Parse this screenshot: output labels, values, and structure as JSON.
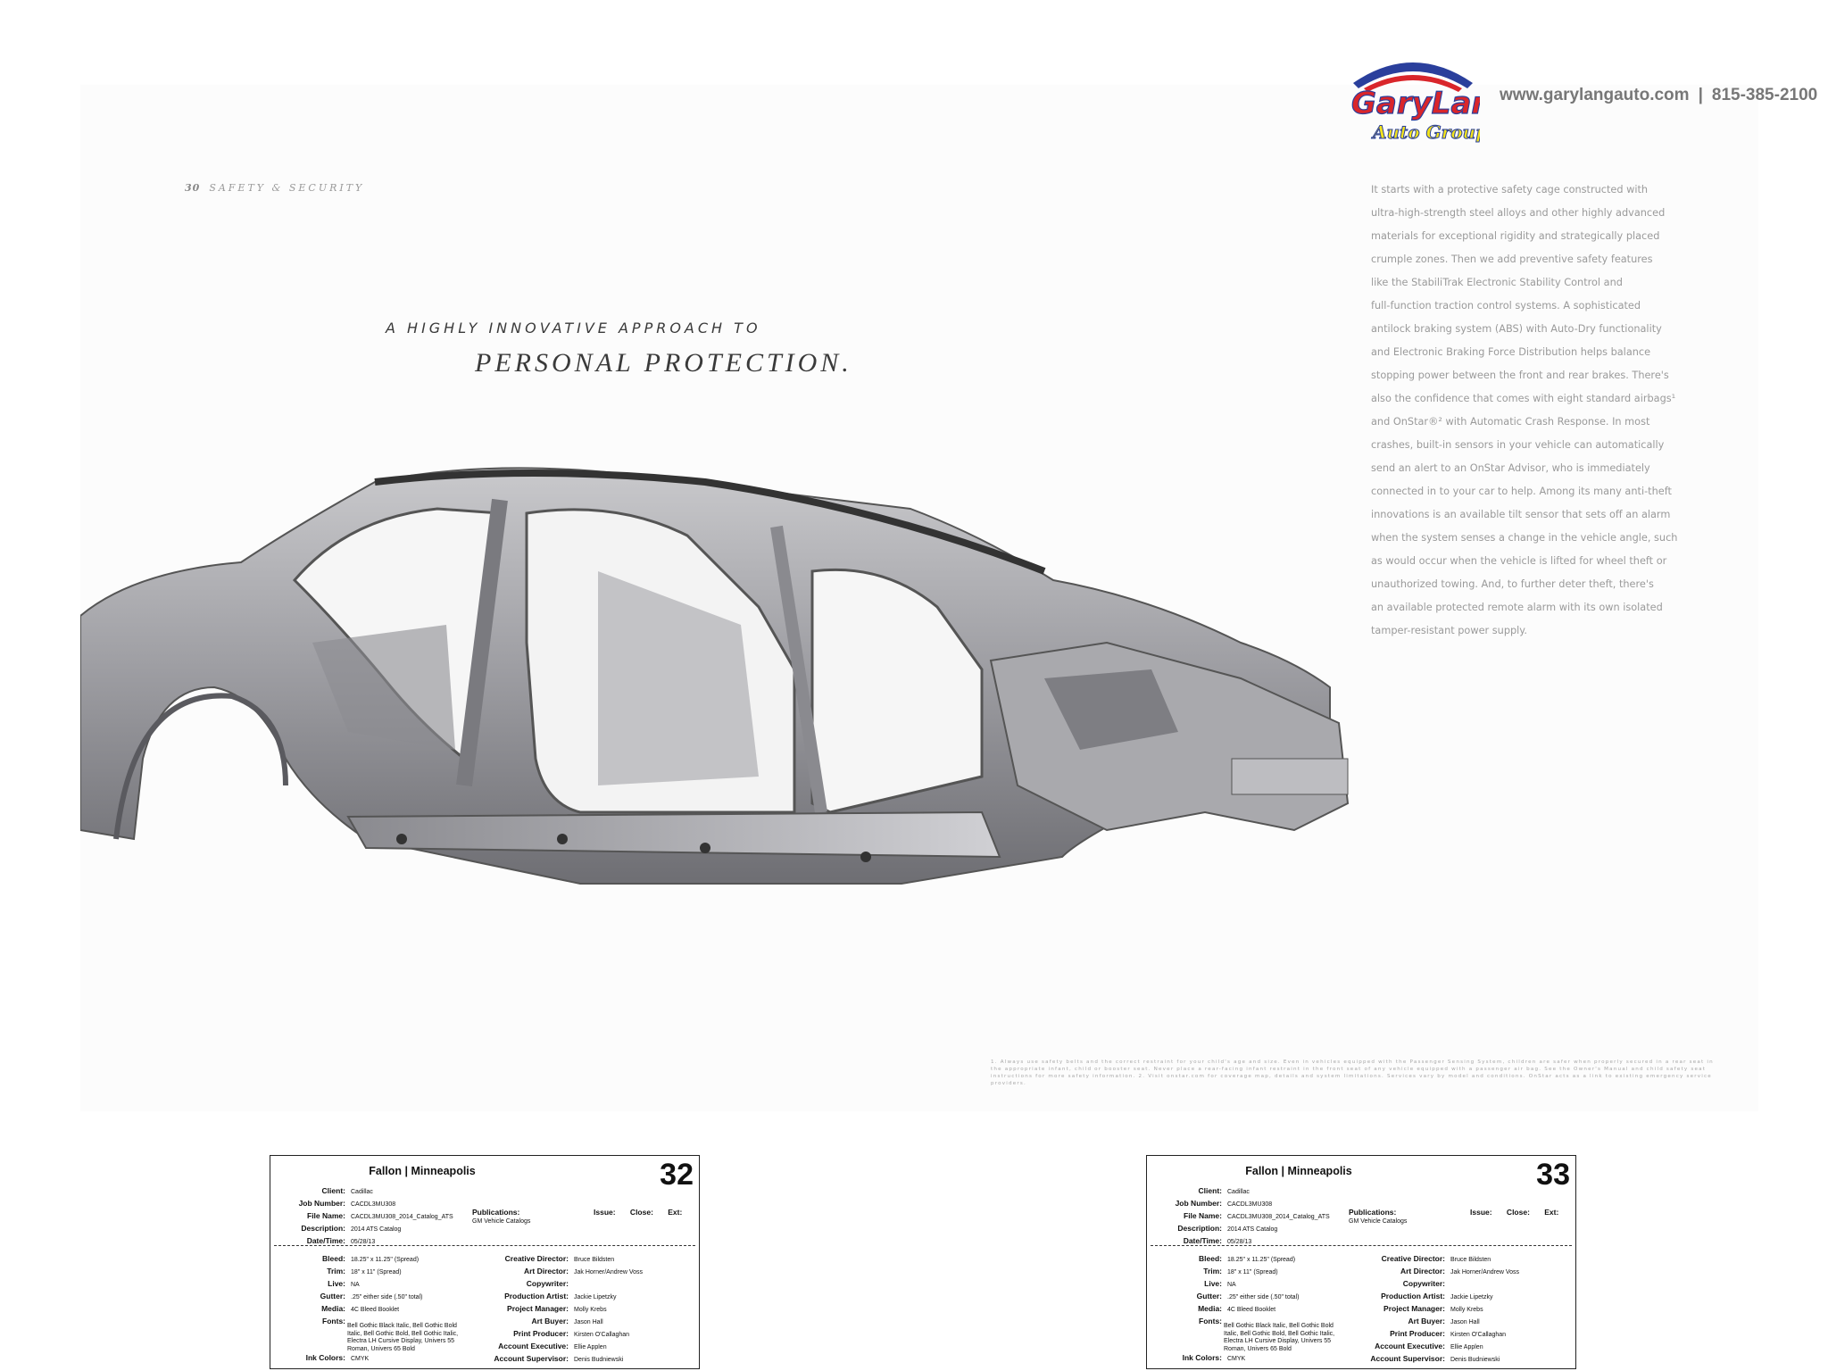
{
  "brand": {
    "logo_text_line1": "GaryLang",
    "logo_text_line2": "Auto Group",
    "website": "www.garylangauto.com",
    "separator": "|",
    "phone": "815-385-2100",
    "colors": {
      "red": "#d9262b",
      "blue": "#2a3f9c",
      "yellow": "#f3e41c"
    }
  },
  "section": {
    "page_number": "30",
    "label": "SAFETY & SECURITY"
  },
  "headline": {
    "line1": "A HIGHLY INNOVATIVE APPROACH TO",
    "line2": "PERSONAL PROTECTION."
  },
  "body_lines": [
    "It starts with a protective safety cage constructed with",
    "ultra-high-strength steel alloys and other highly advanced",
    "materials for exceptional rigidity and strategically placed",
    "crumple zones. Then we add preventive safety features",
    "like the StabiliTrak Electronic Stability Control and",
    "full-function traction control systems. A sophisticated",
    "antilock braking system (ABS) with Auto-Dry functionality",
    "and Electronic Braking Force Distribution helps balance",
    "stopping power between the front and rear brakes. There's",
    "also the confidence that comes with eight standard airbags¹",
    "and OnStar®² with Automatic Crash Response. In most",
    "crashes, built-in sensors in your vehicle can automatically",
    "send an alert to an OnStar Advisor, who is immediately",
    "connected in to your car to help. Among its many anti-theft",
    "innovations is an available tilt sensor that sets off an alarm",
    "when the system senses a change in the vehicle angle, such",
    "as would occur when the vehicle is lifted for wheel theft or",
    "unauthorized towing. And, to further deter theft, there's",
    "an available protected remote alarm with its own isolated",
    "tamper-resistant power supply."
  ],
  "footnote": "1. Always use safety belts and the correct restraint for your child's age and size. Even in vehicles equipped with the Passenger Sensing System, children are safer when properly secured in a rear seat in the appropriate infant, child or booster seat. Never place a rear-facing infant restraint in the front seat of any vehicle equipped with a passenger air bag. See the Owner's Manual and child safety seat instructions for more safety information. 2. Visit onstar.com for coverage map, details and system limitations. Services vary by model and conditions. OnStar acts as a link to existing emergency service providers.",
  "slugs": [
    {
      "agency": "Fallon | Minneapolis",
      "page": "32",
      "client_label": "Client:",
      "client": "Cadillac",
      "job_label": "Job Number:",
      "job": "CACDL3MU308",
      "file_label": "File Name:",
      "file": "CACDL3MU308_2014_Catalog_ATS",
      "desc_label": "Description:",
      "desc": "2014 ATS Catalog",
      "date_label": "Date/Time:",
      "date": "05/28/13",
      "pub_label": "Publications:",
      "pub": "GM Vehicle Catalogs",
      "issue_labels": "Issue: Close: Ext:",
      "bleed_label": "Bleed:",
      "bleed": "18.25\" x 11.25\" (Spread)",
      "trim_label": "Trim:",
      "trim": "18\" x 11\" (Spread)",
      "live_label": "Live:",
      "live": "NA",
      "gutter_label": "Gutter:",
      "gutter": ".25\" either side (.50\" total)",
      "media_label": "Media:",
      "media": "4C Bleed Booklet",
      "fonts_label": "Fonts:",
      "fonts": "Bell Gothic Black Italic, Bell Gothic Bold Italic, Bell Gothic Bold, Bell Gothic Italic, Electra LH Cursive Display, Univers 55 Roman, Univers 65 Bold",
      "ink_label": "Ink Colors:",
      "ink": "CMYK",
      "cd_label": "Creative Director:",
      "cd": "Bruce Bildsten",
      "ad_label": "Art Director:",
      "ad": "Jak Horner/Andrew Voss",
      "cw_label": "Copywriter:",
      "cw": "",
      "pa_label": "Production Artist:",
      "pa": "Jackie Lipetzky",
      "pm_label": "Project Manager:",
      "pm": "Molly Krebs",
      "ab_label": "Art Buyer:",
      "ab": "Jason Hall",
      "pp_label": "Print Producer:",
      "pp": "Kirsten O'Callaghan",
      "ae_label": "Account Executive:",
      "ae": "Ellie Applen",
      "as_label": "Account Supervisor:",
      "as": "Denis Budniewski"
    },
    {
      "agency": "Fallon | Minneapolis",
      "page": "33",
      "client_label": "Client:",
      "client": "Cadillac",
      "job_label": "Job Number:",
      "job": "CACDL3MU308",
      "file_label": "File Name:",
      "file": "CACDL3MU308_2014_Catalog_ATS",
      "desc_label": "Description:",
      "desc": "2014 ATS Catalog",
      "date_label": "Date/Time:",
      "date": "05/28/13",
      "pub_label": "Publications:",
      "pub": "GM Vehicle Catalogs",
      "issue_labels": "Issue: Close: Ext:",
      "bleed_label": "Bleed:",
      "bleed": "18.25\" x 11.25\" (Spread)",
      "trim_label": "Trim:",
      "trim": "18\" x 11\" (Spread)",
      "live_label": "Live:",
      "live": "NA",
      "gutter_label": "Gutter:",
      "gutter": ".25\" either side (.50\" total)",
      "media_label": "Media:",
      "media": "4C Bleed Booklet",
      "fonts_label": "Fonts:",
      "fonts": "Bell Gothic Black Italic, Bell Gothic Bold Italic, Bell Gothic Bold, Bell Gothic Italic, Electra LH Cursive Display, Univers 55 Roman, Univers 65 Bold",
      "ink_label": "Ink Colors:",
      "ink": "CMYK",
      "cd_label": "Creative Director:",
      "cd": "Bruce Bildsten",
      "ad_label": "Art Director:",
      "ad": "Jak Horner/Andrew Voss",
      "cw_label": "Copywriter:",
      "cw": "",
      "pa_label": "Production Artist:",
      "pa": "Jackie Lipetzky",
      "pm_label": "Project Manager:",
      "pm": "Molly Krebs",
      "ab_label": "Art Buyer:",
      "ab": "Jason Hall",
      "pp_label": "Print Producer:",
      "pp": "Kirsten O'Callaghan",
      "ae_label": "Account Executive:",
      "ae": "Ellie Applen",
      "as_label": "Account Supervisor:",
      "as": "Denis Budniewski"
    }
  ]
}
